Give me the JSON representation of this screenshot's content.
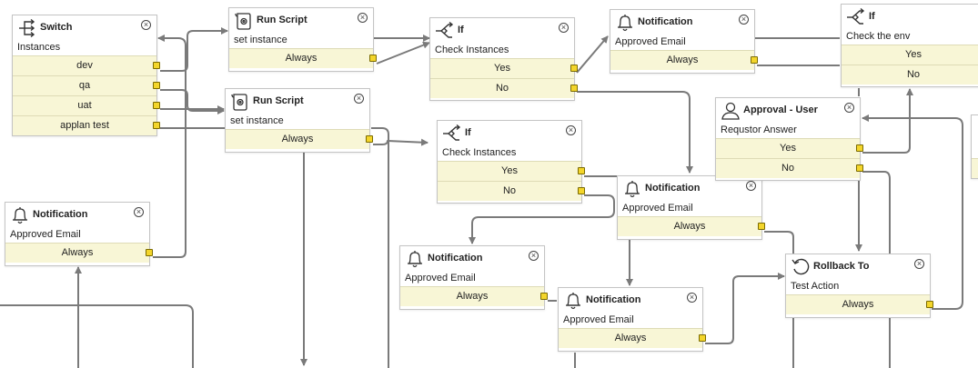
{
  "nodes": {
    "switch": {
      "title": "Switch",
      "subtitle": "Instances",
      "outputs": [
        "dev",
        "qa",
        "uat",
        "applan test"
      ],
      "icon": "switch-icon"
    },
    "run_script_1": {
      "title": "Run Script",
      "subtitle": "set instance",
      "outputs": [
        "Always"
      ],
      "icon": "script-icon"
    },
    "run_script_2": {
      "title": "Run Script",
      "subtitle": "set instance",
      "outputs": [
        "Always"
      ],
      "icon": "script-icon"
    },
    "if_1": {
      "title": "If",
      "subtitle": "Check Instances",
      "outputs": [
        "Yes",
        "No"
      ],
      "icon": "branch-icon"
    },
    "if_2": {
      "title": "If",
      "subtitle": "Check Instances",
      "outputs": [
        "Yes",
        "No"
      ],
      "icon": "branch-icon"
    },
    "if_3": {
      "title": "If",
      "subtitle": "Check the env",
      "outputs": [
        "Yes",
        "No"
      ],
      "icon": "branch-icon"
    },
    "notification_1": {
      "title": "Notification",
      "subtitle": "Approved Email",
      "outputs": [
        "Always"
      ],
      "icon": "bell-icon"
    },
    "notification_2": {
      "title": "Notification",
      "subtitle": "Approved Email",
      "outputs": [
        "Always"
      ],
      "icon": "bell-icon"
    },
    "notification_3": {
      "title": "Notification",
      "subtitle": "Approved Email",
      "outputs": [
        "Always"
      ],
      "icon": "bell-icon"
    },
    "notification_4": {
      "title": "Notification",
      "subtitle": "Approved Email",
      "outputs": [
        "Always"
      ],
      "icon": "bell-icon"
    },
    "notification_5": {
      "title": "Notification",
      "subtitle": "Approved Email",
      "outputs": [
        "Always"
      ],
      "icon": "bell-icon"
    },
    "approval": {
      "title": "Approval - User",
      "subtitle": "Requstor Answer",
      "outputs": [
        "Yes",
        "No"
      ],
      "icon": "user-icon"
    },
    "rollback": {
      "title": "Rollback To",
      "subtitle": "Test Action",
      "outputs": [
        "Always"
      ],
      "icon": "rollback-icon"
    }
  },
  "colors": {
    "port": "#f3d52b",
    "output_bg": "#f8f6d6",
    "wire": "#7a7a7a",
    "border": "#c4c4c4"
  },
  "close_glyph": "×"
}
